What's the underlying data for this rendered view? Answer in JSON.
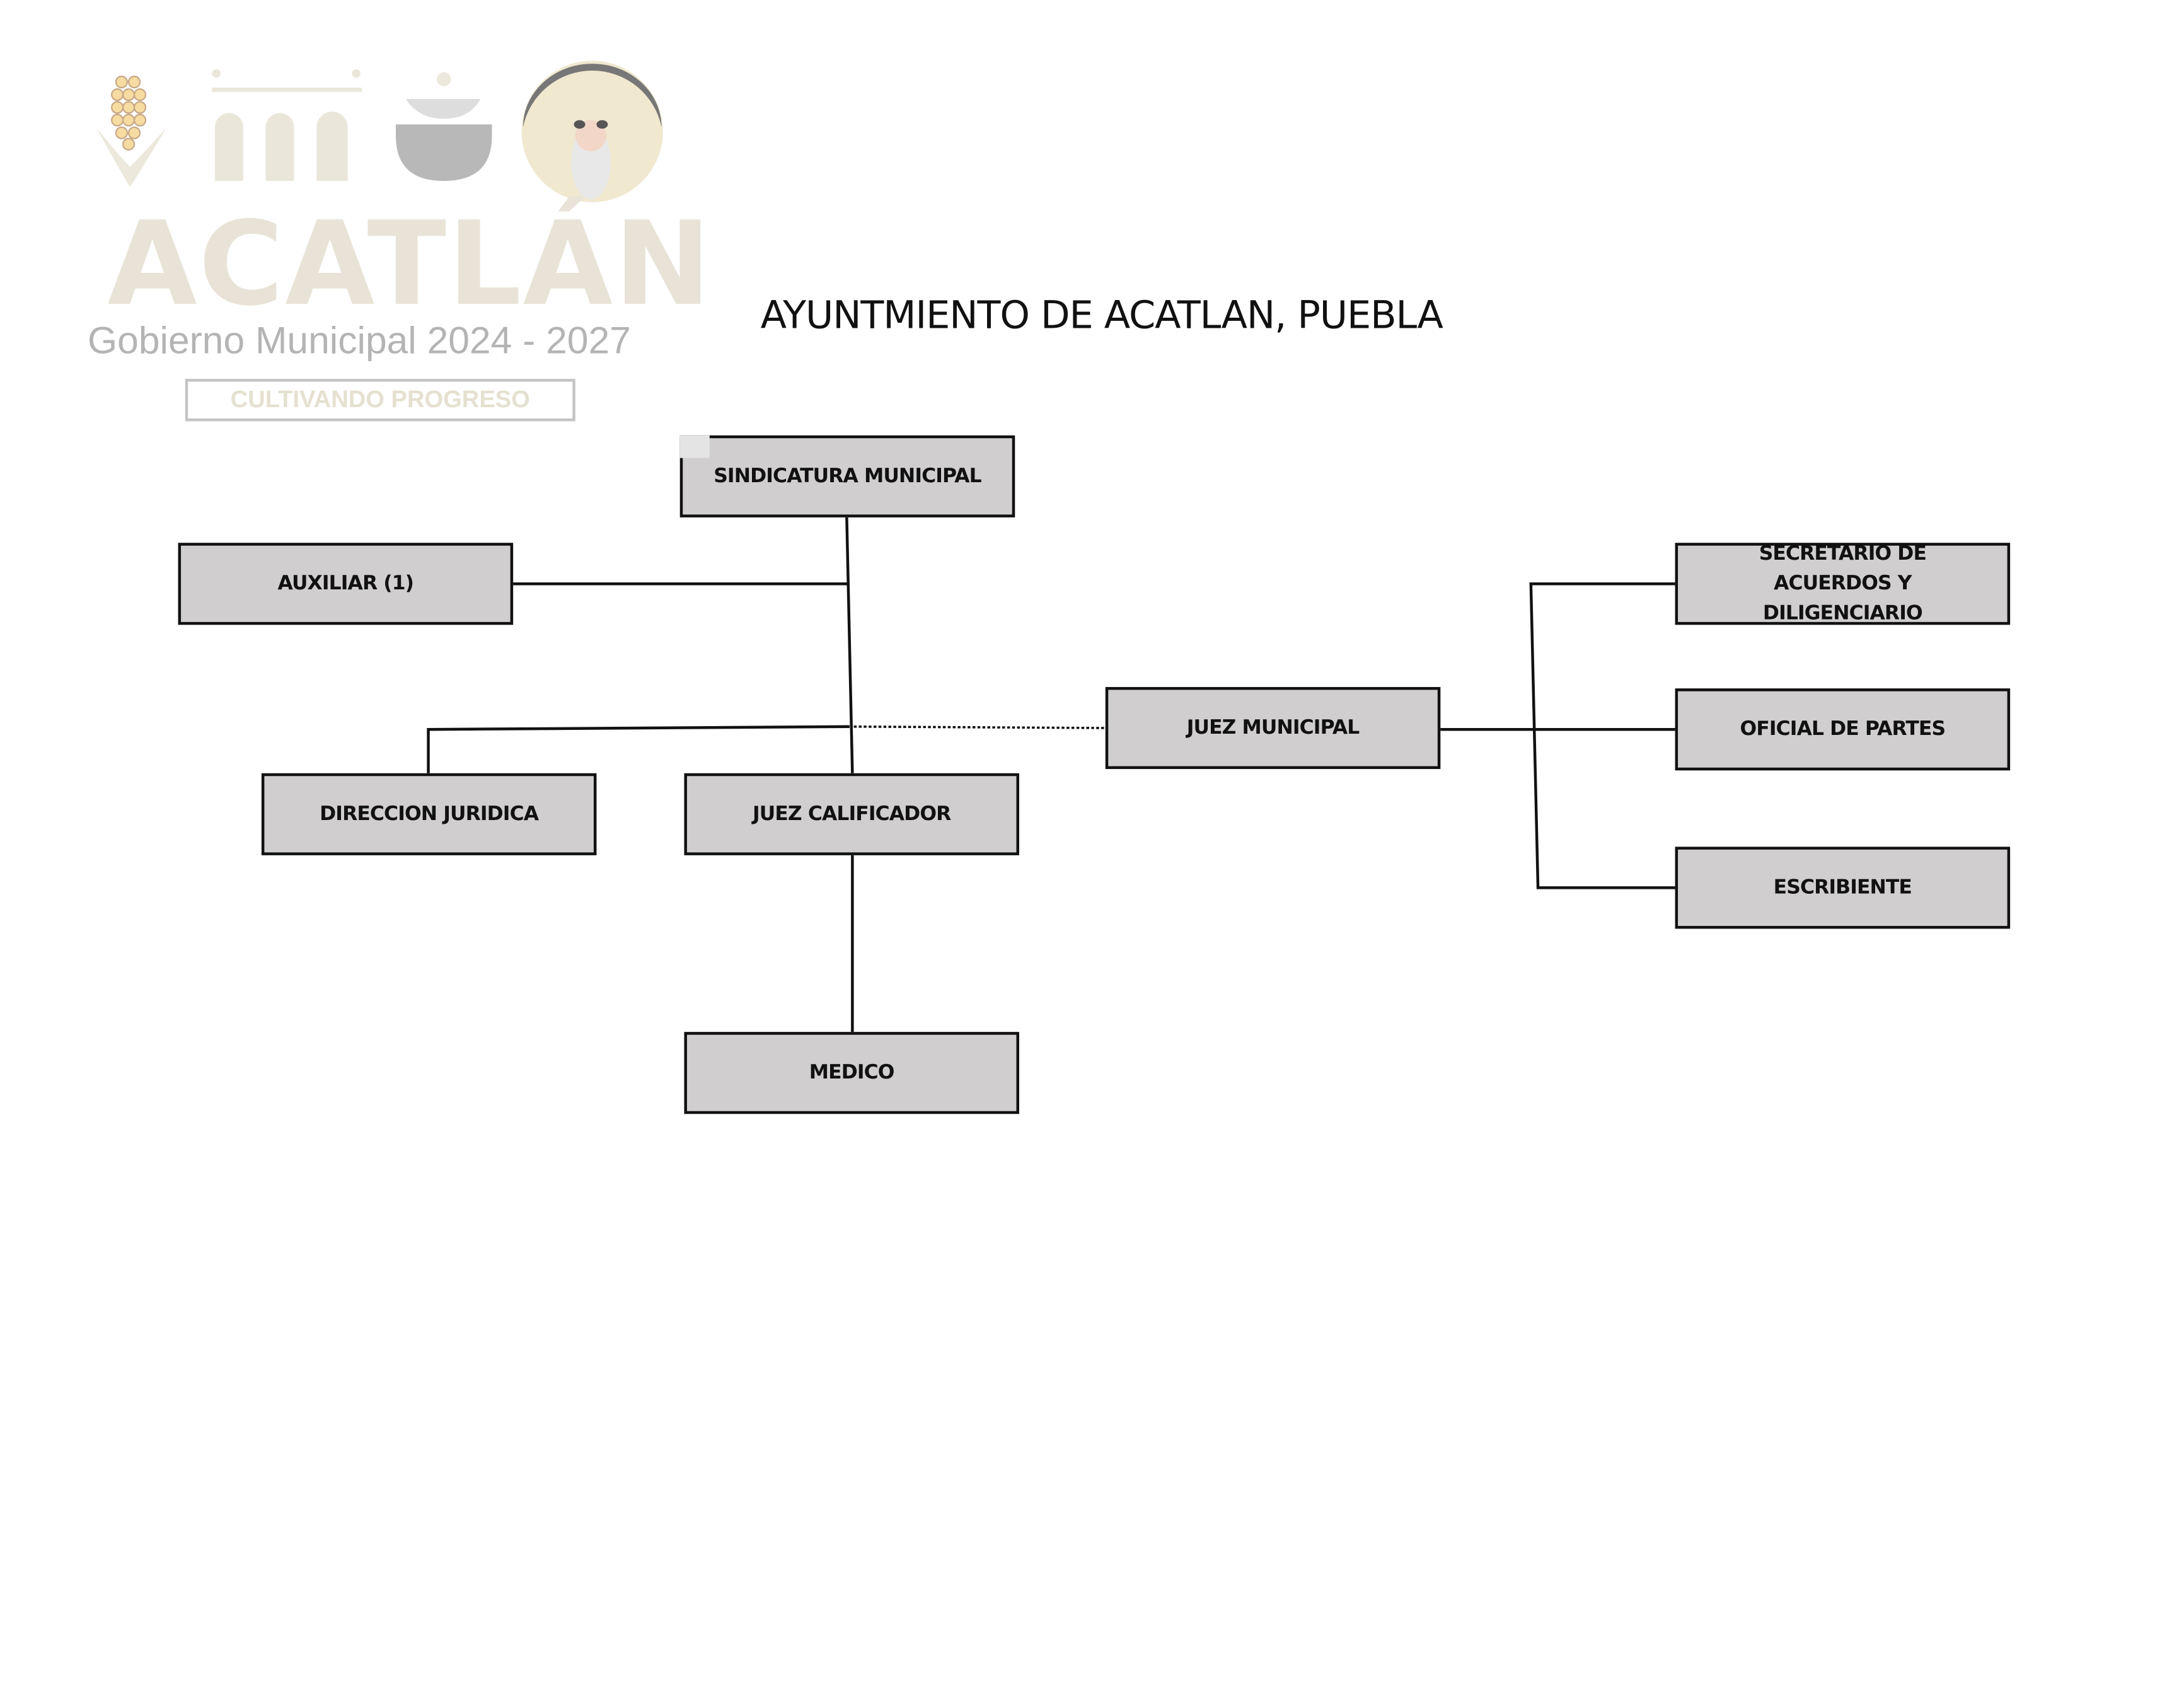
{
  "logo": {
    "name": "ACATLÁN",
    "subtitle": "Gobierno Municipal 2024 - 2027",
    "tagline": "CULTIVANDO PROGRESO"
  },
  "title": "AYUNTMIENTO DE ACATLAN, PUEBLA",
  "nodes": {
    "sindicatura": "SINDICATURA MUNICIPAL",
    "auxiliar": "AUXILIAR (1)",
    "direccion": "DIRECCION JURIDICA",
    "calificador": "JUEZ CALIFICADOR",
    "medico": "MEDICO",
    "juez_municipal": "JUEZ MUNICIPAL",
    "secretario": "SECRETARIO DE ACUERDOS Y DILIGENCIARIO",
    "oficial": "OFICIAL DE PARTES",
    "escribiente": "ESCRIBIENTE"
  },
  "colors": {
    "box_fill": "#d0cece",
    "line": "#111111"
  }
}
